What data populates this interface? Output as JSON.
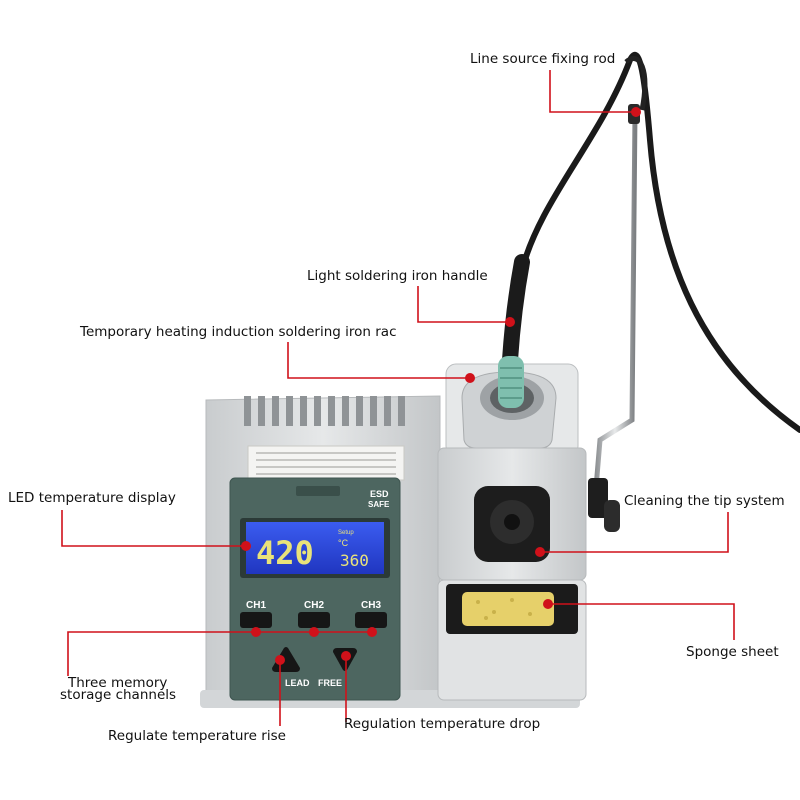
{
  "callouts": {
    "rod": "Line source fixing rod",
    "handle": "Light soldering iron handle",
    "rack": "Temporary heating induction soldering iron rac",
    "display": "LED temperature display",
    "cleaning": "Cleaning the tip system",
    "sponge": "Sponge sheet",
    "memory_line1": "Three memory",
    "memory_line2": "storage channels",
    "rise": "Regulate temperature rise",
    "drop": "Regulation temperature drop"
  },
  "panel": {
    "esd_line1": "ESD",
    "esd_line2": "SAFE",
    "lcd_main_temp": "420",
    "lcd_unit": "°C",
    "lcd_set_label": "Setup",
    "lcd_set_temp": "360",
    "ch1": "CH1",
    "ch2": "CH2",
    "ch3": "CH3",
    "up_label": "LEAD",
    "down_label": "FREE"
  },
  "colors": {
    "callout_line": "#d0111a",
    "panel_green": "#4d6660",
    "lcd_blue": "#2a46d8",
    "lcd_digits": "#e9e37a",
    "grip_teal": "#7fbfae"
  }
}
